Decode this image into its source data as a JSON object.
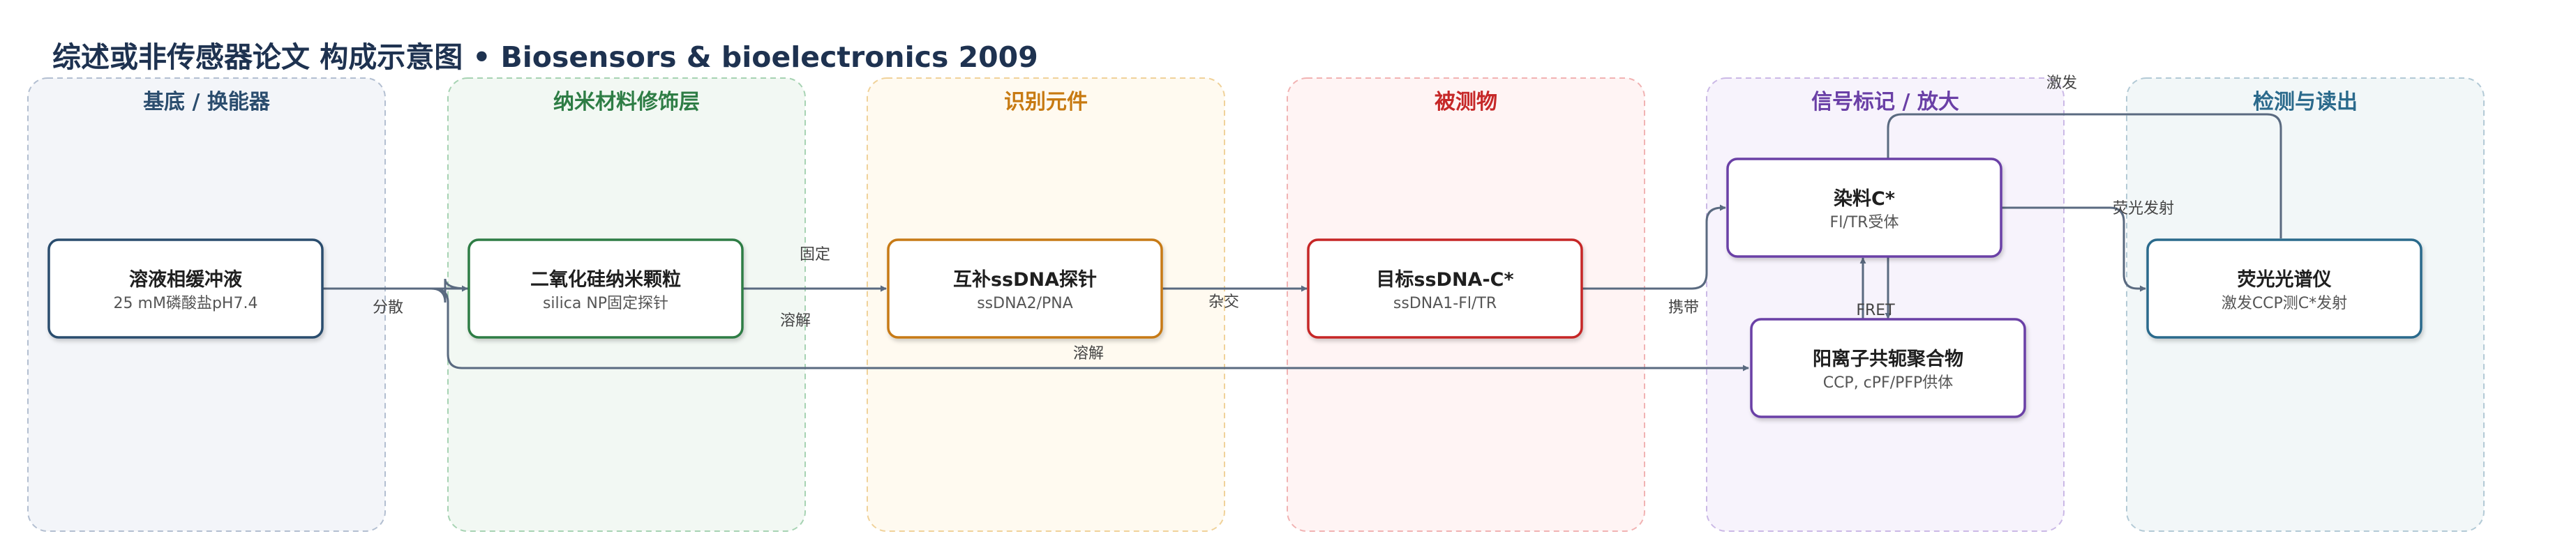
{
  "header": {
    "title_cn": "综述或非传感器论文 构成示意图",
    "separator": "•",
    "title_en": "Biosensors & bioelectronics 2009"
  },
  "lanes": [
    {
      "id": "substrate",
      "label": "基底 / 换能器",
      "color": "#2b4d6e",
      "fill": "#f3f5f9",
      "stroke": "#b3bfd1"
    },
    {
      "id": "nano",
      "label": "纳米材料修饰层",
      "color": "#2e7d45",
      "fill": "#f2f8f3",
      "stroke": "#a7d3b3"
    },
    {
      "id": "recog",
      "label": "识别元件",
      "color": "#c77a12",
      "fill": "#fffaf0",
      "stroke": "#f0d29a"
    },
    {
      "id": "analyte",
      "label": "被测物",
      "color": "#c62828",
      "fill": "#fff4f4",
      "stroke": "#f1b3b3"
    },
    {
      "id": "signal",
      "label": "信号标记 / 放大",
      "color": "#6a3fa6",
      "fill": "#f7f3fc",
      "stroke": "#cbb9e6"
    },
    {
      "id": "detect",
      "label": "检测与读出",
      "color": "#2b6a8c",
      "fill": "#f2f7f8",
      "stroke": "#b3cad6"
    }
  ],
  "nodes": [
    {
      "id": "buffer",
      "title": "溶液相缓冲液",
      "subtitle": "25 mM磷酸盐pH7.4",
      "color": "#2b4d6e"
    },
    {
      "id": "silica",
      "title": "二氧化硅纳米颗粒",
      "subtitle": "silica NP固定探针",
      "color": "#2e7d45"
    },
    {
      "id": "probe",
      "title": "互补ssDNA探针",
      "subtitle": "ssDNA2/PNA",
      "color": "#c77a12"
    },
    {
      "id": "target",
      "title": "目标ssDNA-C*",
      "subtitle": "ssDNA1-Fl/TR",
      "color": "#c62828"
    },
    {
      "id": "dye",
      "title": "染料C*",
      "subtitle": "Fl/TR受体",
      "color": "#6a3fa6"
    },
    {
      "id": "polymer",
      "title": "阳离子共轭聚合物",
      "subtitle": "CCP, cPF/PFP供体",
      "color": "#6a3fa6"
    },
    {
      "id": "spectro",
      "title": "荧光光谱仪",
      "subtitle": "激发CCP测C*发射",
      "color": "#2b6a8c"
    }
  ],
  "edge_labels": {
    "dissolve_1": "溶解",
    "disperse": "分散",
    "immobilize": "固定",
    "dissolve_2": "溶解",
    "dissolve_3": "溶解",
    "hybridize": "杂交",
    "carry": "携带",
    "fret": "FRET",
    "emission": "荧光发射",
    "excite": "激发"
  },
  "colors": {
    "edge": "#5a6a80",
    "title": "#1e3250",
    "label": "#444444"
  }
}
